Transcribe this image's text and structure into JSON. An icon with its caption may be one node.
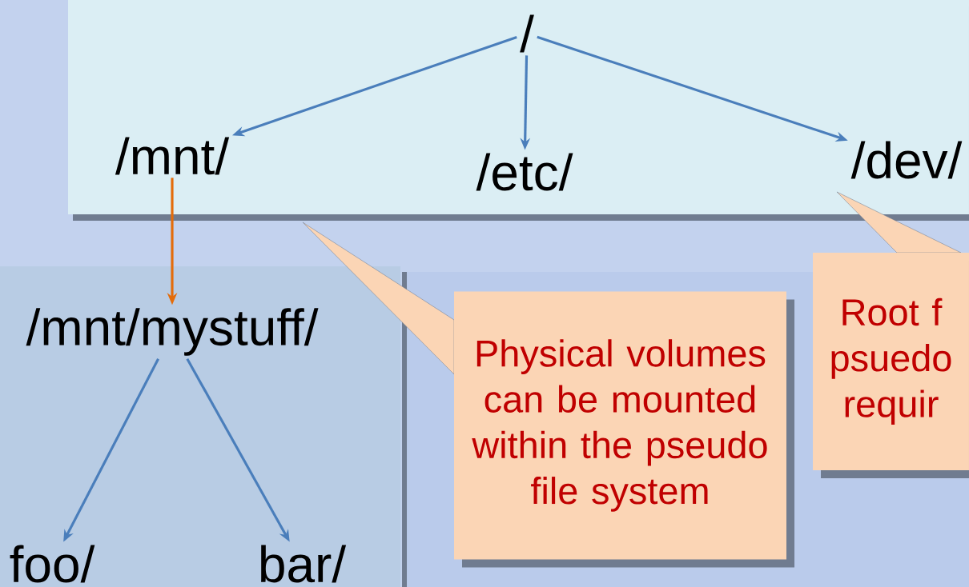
{
  "diagram": {
    "nodes": [
      {
        "text": [],
        "shape": "box"
      },
      {
        "text": [
          "/"
        ],
        "in": 0
      },
      {
        "text": [
          "/mnt/"
        ],
        "in": 0
      },
      {
        "text": [
          "/etc/"
        ],
        "in": 0
      },
      {
        "text": [
          "/dev/"
        ],
        "in": 0
      },
      {
        "text": [],
        "shape": "box"
      },
      {
        "text": [
          "/mnt/mystuff/"
        ],
        "in": 5
      },
      {
        "text": [
          "foo/"
        ],
        "in": 5
      },
      {
        "text": [
          "bar/"
        ],
        "in": 5
      },
      {
        "text": [
          "Physical volumes can be mounted within the pseudo file system"
        ]
      },
      {
        "text": [
          "Root f psuedo requir"
        ]
      }
    ],
    "edges": [
      {
        "from": 1,
        "to": 2,
        "arrow": "to"
      },
      {
        "from": 1,
        "to": 3,
        "arrow": "to"
      },
      {
        "from": 1,
        "to": 4,
        "arrow": "to"
      },
      {
        "from": 2,
        "to": 6,
        "arrow": "to",
        "color": "#e46c0a"
      },
      {
        "from": 6,
        "to": 7,
        "arrow": "to"
      },
      {
        "from": 6,
        "to": 8,
        "arrow": "to"
      }
    ]
  }
}
